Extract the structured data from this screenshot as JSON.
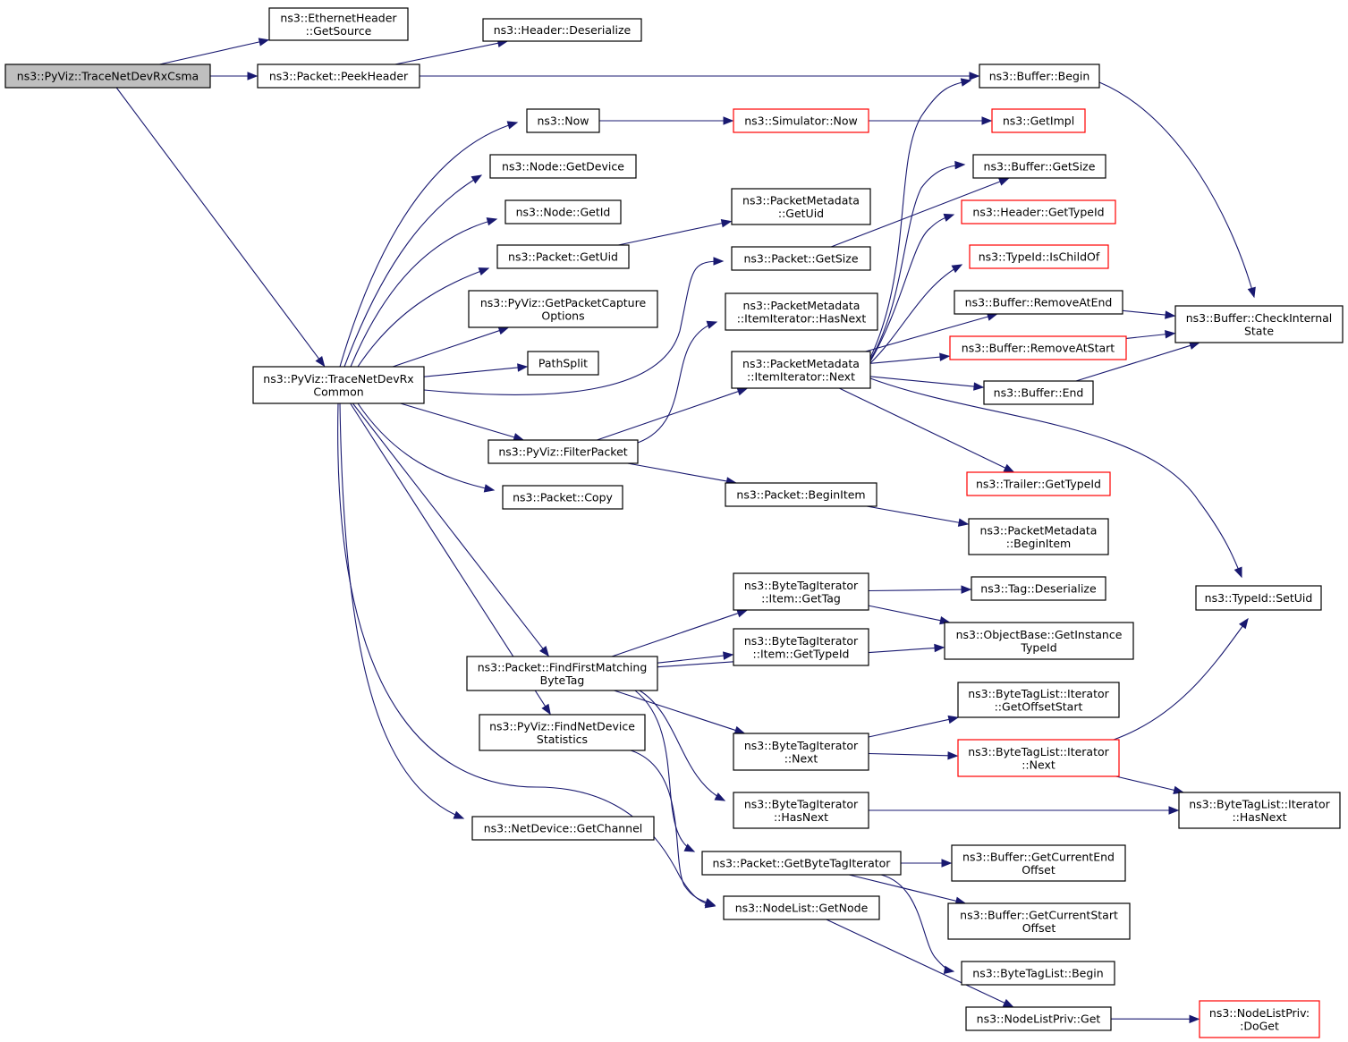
{
  "colors": {
    "edge": "#191970",
    "border": "#000000",
    "truncated_border": "#ff0000",
    "root_fill": "#bfbfbf",
    "fill": "#ffffff"
  },
  "nodes": [
    {
      "id": "TraceNetDevRxCsma",
      "lines": [
        "ns3::PyViz::TraceNetDevRxCsma"
      ],
      "root": true
    },
    {
      "id": "EthGetSource",
      "lines": [
        "ns3::EthernetHeader",
        "::GetSource"
      ]
    },
    {
      "id": "HeaderDeserialize",
      "lines": [
        "ns3::Header::Deserialize"
      ]
    },
    {
      "id": "PeekHeader",
      "lines": [
        "ns3::Packet::PeekHeader"
      ]
    },
    {
      "id": "BufferBegin",
      "lines": [
        "ns3::Buffer::Begin"
      ]
    },
    {
      "id": "Now",
      "lines": [
        "ns3::Now"
      ]
    },
    {
      "id": "SimNow",
      "lines": [
        "ns3::Simulator::Now"
      ],
      "truncated": true
    },
    {
      "id": "GetImpl",
      "lines": [
        "ns3::GetImpl"
      ],
      "truncated": true
    },
    {
      "id": "NodeGetDevice",
      "lines": [
        "ns3::Node::GetDevice"
      ]
    },
    {
      "id": "BufferGetSize",
      "lines": [
        "ns3::Buffer::GetSize"
      ]
    },
    {
      "id": "NodeGetId",
      "lines": [
        "ns3::Node::GetId"
      ]
    },
    {
      "id": "PMGetUid",
      "lines": [
        "ns3::PacketMetadata",
        "::GetUid"
      ]
    },
    {
      "id": "HeaderGetTypeId",
      "lines": [
        "ns3::Header::GetTypeId"
      ],
      "truncated": true
    },
    {
      "id": "PacketGetUid",
      "lines": [
        "ns3::Packet::GetUid"
      ]
    },
    {
      "id": "PacketGetSize",
      "lines": [
        "ns3::Packet::GetSize"
      ]
    },
    {
      "id": "IsChildOf",
      "lines": [
        "ns3::TypeId::IsChildOf"
      ],
      "truncated": true
    },
    {
      "id": "GetPacketCapture",
      "lines": [
        "ns3::PyViz::GetPacketCapture",
        "Options"
      ]
    },
    {
      "id": "HasNextPM",
      "lines": [
        "ns3::PacketMetadata",
        "::ItemIterator::HasNext"
      ]
    },
    {
      "id": "RemoveAtEnd",
      "lines": [
        "ns3::Buffer::RemoveAtEnd"
      ]
    },
    {
      "id": "CheckInternal",
      "lines": [
        "ns3::Buffer::CheckInternal",
        "State"
      ]
    },
    {
      "id": "PathSplit",
      "lines": [
        "PathSplit"
      ]
    },
    {
      "id": "RemoveAtStart",
      "lines": [
        "ns3::Buffer::RemoveAtStart"
      ],
      "truncated": true
    },
    {
      "id": "TraceCommon",
      "lines": [
        "ns3::PyViz::TraceNetDevRx",
        "Common"
      ]
    },
    {
      "id": "ItemNext",
      "lines": [
        "ns3::PacketMetadata",
        "::ItemIterator::Next"
      ]
    },
    {
      "id": "BufferEnd",
      "lines": [
        "ns3::Buffer::End"
      ]
    },
    {
      "id": "FilterPacket",
      "lines": [
        "ns3::PyViz::FilterPacket"
      ]
    },
    {
      "id": "TrailerGetTypeId",
      "lines": [
        "ns3::Trailer::GetTypeId"
      ],
      "truncated": true
    },
    {
      "id": "PacketCopy",
      "lines": [
        "ns3::Packet::Copy"
      ]
    },
    {
      "id": "BeginItem",
      "lines": [
        "ns3::Packet::BeginItem"
      ]
    },
    {
      "id": "PMBeginItem",
      "lines": [
        "ns3::PacketMetadata",
        "::BeginItem"
      ]
    },
    {
      "id": "BTIGetTag",
      "lines": [
        "ns3::ByteTagIterator",
        "::Item::GetTag"
      ]
    },
    {
      "id": "TagDeserialize",
      "lines": [
        "ns3::Tag::Deserialize"
      ]
    },
    {
      "id": "SetUid",
      "lines": [
        "ns3::TypeId::SetUid"
      ]
    },
    {
      "id": "GetInstanceTypeId",
      "lines": [
        "ns3::ObjectBase::GetInstance",
        "TypeId"
      ]
    },
    {
      "id": "BTIGetTypeId",
      "lines": [
        "ns3::ByteTagIterator",
        "::Item::GetTypeId"
      ]
    },
    {
      "id": "FindFirstMatching",
      "lines": [
        "ns3::Packet::FindFirstMatching",
        "ByteTag"
      ]
    },
    {
      "id": "GetOffsetStart",
      "lines": [
        "ns3::ByteTagList::Iterator",
        "::GetOffsetStart"
      ]
    },
    {
      "id": "FindNetDevStats",
      "lines": [
        "ns3::PyViz::FindNetDevice",
        "Statistics"
      ]
    },
    {
      "id": "BTINext",
      "lines": [
        "ns3::ByteTagIterator",
        "::Next"
      ]
    },
    {
      "id": "BTLIterNext",
      "lines": [
        "ns3::ByteTagList::Iterator",
        "::Next"
      ],
      "truncated": true
    },
    {
      "id": "BTIHasNext",
      "lines": [
        "ns3::ByteTagIterator",
        "::HasNext"
      ]
    },
    {
      "id": "BTLHasNext",
      "lines": [
        "ns3::ByteTagList::Iterator",
        "::HasNext"
      ]
    },
    {
      "id": "GetChannel",
      "lines": [
        "ns3::NetDevice::GetChannel"
      ]
    },
    {
      "id": "GetByteTagIterator",
      "lines": [
        "ns3::Packet::GetByteTagIterator"
      ]
    },
    {
      "id": "GetCurrentEndOffset",
      "lines": [
        "ns3::Buffer::GetCurrentEnd",
        "Offset"
      ]
    },
    {
      "id": "NodeListGetNode",
      "lines": [
        "ns3::NodeList::GetNode"
      ]
    },
    {
      "id": "GetCurrentStartOffset",
      "lines": [
        "ns3::Buffer::GetCurrentStart",
        "Offset"
      ]
    },
    {
      "id": "BTLBegin",
      "lines": [
        "ns3::ByteTagList::Begin"
      ]
    },
    {
      "id": "NodeListPrivGet",
      "lines": [
        "ns3::NodeListPriv::Get"
      ]
    },
    {
      "id": "DoGet",
      "lines": [
        "ns3::NodeListPriv:",
        ":DoGet"
      ],
      "truncated": true
    }
  ],
  "edges": [
    [
      "TraceNetDevRxCsma",
      "EthGetSource"
    ],
    [
      "TraceNetDevRxCsma",
      "PeekHeader"
    ],
    [
      "TraceNetDevRxCsma",
      "TraceCommon"
    ],
    [
      "PeekHeader",
      "HeaderDeserialize"
    ],
    [
      "PeekHeader",
      "BufferBegin"
    ],
    [
      "BufferBegin",
      "CheckInternal"
    ],
    [
      "Now",
      "SimNow"
    ],
    [
      "SimNow",
      "GetImpl"
    ],
    [
      "PacketGetUid",
      "PMGetUid"
    ],
    [
      "PacketGetSize",
      "BufferGetSize"
    ],
    [
      "TraceCommon",
      "Now"
    ],
    [
      "TraceCommon",
      "NodeGetDevice"
    ],
    [
      "TraceCommon",
      "NodeGetId"
    ],
    [
      "TraceCommon",
      "PacketGetUid"
    ],
    [
      "TraceCommon",
      "PacketGetSize"
    ],
    [
      "TraceCommon",
      "GetPacketCapture"
    ],
    [
      "TraceCommon",
      "PathSplit"
    ],
    [
      "TraceCommon",
      "FilterPacket"
    ],
    [
      "TraceCommon",
      "PacketCopy"
    ],
    [
      "TraceCommon",
      "FindFirstMatching"
    ],
    [
      "TraceCommon",
      "FindNetDevStats"
    ],
    [
      "TraceCommon",
      "GetChannel"
    ],
    [
      "TraceCommon",
      "NodeListGetNode"
    ],
    [
      "FilterPacket",
      "HasNextPM"
    ],
    [
      "FilterPacket",
      "ItemNext"
    ],
    [
      "FilterPacket",
      "BeginItem"
    ],
    [
      "ItemNext",
      "BufferBegin"
    ],
    [
      "ItemNext",
      "BufferGetSize"
    ],
    [
      "ItemNext",
      "HeaderGetTypeId"
    ],
    [
      "ItemNext",
      "IsChildOf"
    ],
    [
      "ItemNext",
      "RemoveAtEnd"
    ],
    [
      "ItemNext",
      "RemoveAtStart"
    ],
    [
      "ItemNext",
      "BufferEnd"
    ],
    [
      "ItemNext",
      "TrailerGetTypeId"
    ],
    [
      "ItemNext",
      "SetUid"
    ],
    [
      "RemoveAtEnd",
      "CheckInternal"
    ],
    [
      "RemoveAtStart",
      "CheckInternal"
    ],
    [
      "BufferEnd",
      "CheckInternal"
    ],
    [
      "BeginItem",
      "PMBeginItem"
    ],
    [
      "BTIGetTag",
      "TagDeserialize"
    ],
    [
      "BTIGetTag",
      "GetInstanceTypeId"
    ],
    [
      "FindFirstMatching",
      "BTIGetTag"
    ],
    [
      "FindFirstMatching",
      "BTIGetTypeId"
    ],
    [
      "FindFirstMatching",
      "GetInstanceTypeId"
    ],
    [
      "FindFirstMatching",
      "BTINext"
    ],
    [
      "FindFirstMatching",
      "BTIHasNext"
    ],
    [
      "FindFirstMatching",
      "GetByteTagIterator"
    ],
    [
      "BTINext",
      "GetOffsetStart"
    ],
    [
      "BTINext",
      "BTLIterNext"
    ],
    [
      "BTLIterNext",
      "SetUid"
    ],
    [
      "BTLIterNext",
      "BTLHasNext"
    ],
    [
      "BTIHasNext",
      "BTLHasNext"
    ],
    [
      "FindNetDevStats",
      "NodeListGetNode"
    ],
    [
      "GetByteTagIterator",
      "GetCurrentEndOffset"
    ],
    [
      "GetByteTagIterator",
      "GetCurrentStartOffset"
    ],
    [
      "GetByteTagIterator",
      "BTLBegin"
    ],
    [
      "NodeListGetNode",
      "NodeListPrivGet"
    ],
    [
      "NodeListPrivGet",
      "DoGet"
    ]
  ]
}
